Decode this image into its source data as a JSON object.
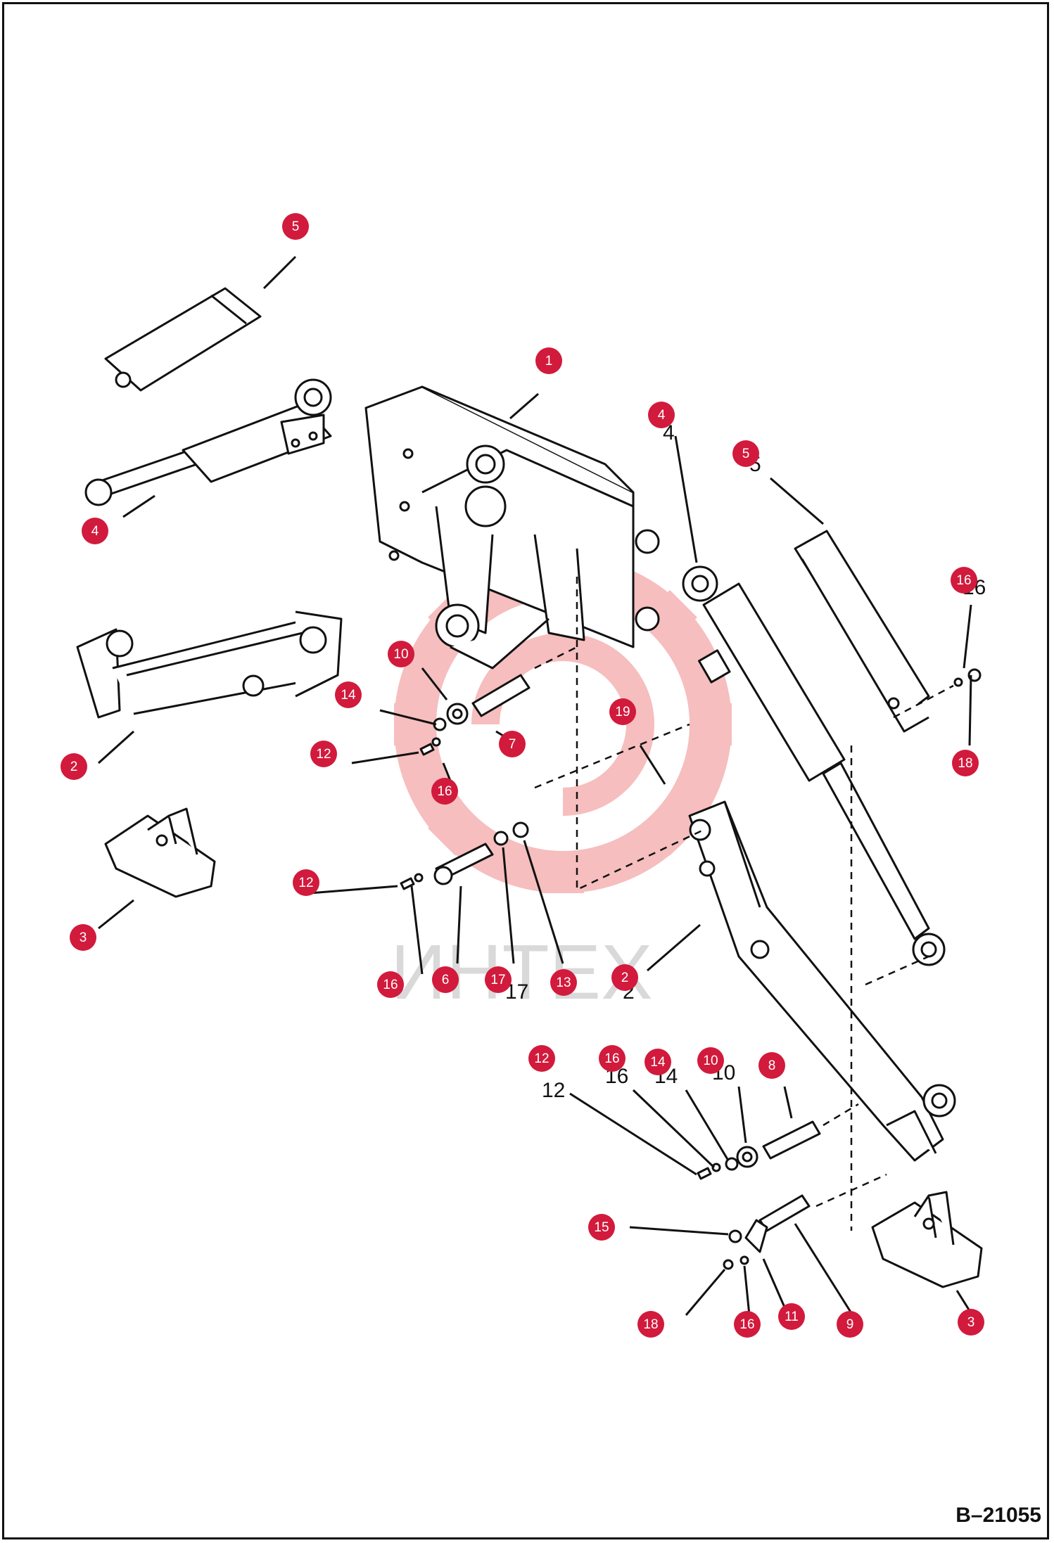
{
  "drawing": {
    "number": "B–21055",
    "callout_color": "#d11a3c",
    "watermark_color": "#f3b4b4",
    "watermark_text": "ИНТЕХ"
  },
  "callouts": [
    {
      "id": "c-5a",
      "label": "5"
    },
    {
      "id": "c-1",
      "label": "1"
    },
    {
      "id": "c-4a",
      "label": "4"
    },
    {
      "id": "c-5b",
      "label": "5"
    },
    {
      "id": "c-4b",
      "label": "4"
    },
    {
      "id": "c-16a",
      "label": "16"
    },
    {
      "id": "c-10a",
      "label": "10"
    },
    {
      "id": "c-14a",
      "label": "14"
    },
    {
      "id": "c-19",
      "label": "19"
    },
    {
      "id": "c-2a",
      "label": "2"
    },
    {
      "id": "c-12a",
      "label": "12"
    },
    {
      "id": "c-7",
      "label": "7"
    },
    {
      "id": "c-18a",
      "label": "18"
    },
    {
      "id": "c-16b",
      "label": "16"
    },
    {
      "id": "c-12b",
      "label": "12"
    },
    {
      "id": "c-3a",
      "label": "3"
    },
    {
      "id": "c-16c",
      "label": "16"
    },
    {
      "id": "c-6",
      "label": "6"
    },
    {
      "id": "c-17",
      "label": "17"
    },
    {
      "id": "c-13",
      "label": "13"
    },
    {
      "id": "c-2b",
      "label": "2"
    },
    {
      "id": "c-12c",
      "label": "12"
    },
    {
      "id": "c-16d",
      "label": "16"
    },
    {
      "id": "c-14b",
      "label": "14"
    },
    {
      "id": "c-10b",
      "label": "10"
    },
    {
      "id": "c-8",
      "label": "8"
    },
    {
      "id": "c-15",
      "label": "15"
    },
    {
      "id": "c-18b",
      "label": "18"
    },
    {
      "id": "c-16e",
      "label": "16"
    },
    {
      "id": "c-11",
      "label": "11"
    },
    {
      "id": "c-9",
      "label": "9"
    },
    {
      "id": "c-3b",
      "label": "3"
    }
  ],
  "plain_numbers": [
    {
      "id": "n-4",
      "label": "4"
    },
    {
      "id": "n-5",
      "label": "5"
    },
    {
      "id": "n-16",
      "label": "16"
    },
    {
      "id": "n-12",
      "label": "12"
    },
    {
      "id": "n-16b",
      "label": "16"
    },
    {
      "id": "n-14",
      "label": "14"
    },
    {
      "id": "n-10",
      "label": "10"
    },
    {
      "id": "n-17",
      "label": "17"
    },
    {
      "id": "n-2",
      "label": "2"
    }
  ]
}
